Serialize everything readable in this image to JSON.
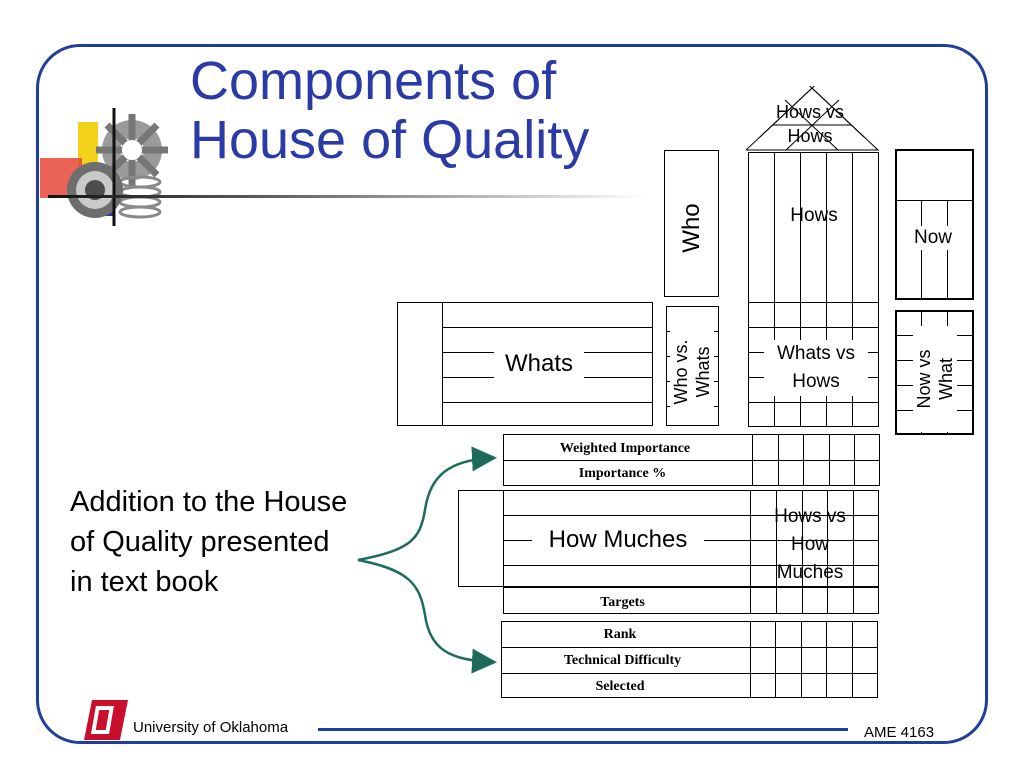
{
  "slide": {
    "title_line1": "Components of",
    "title_line2": "House of Quality",
    "note": "Addition to the House of Quality presented in text book"
  },
  "hoq": {
    "roof": "Hows vs Hows",
    "who": "Who",
    "hows": "Hows",
    "now": "Now",
    "whats": "Whats",
    "who_vs_whats": "Who vs. Whats",
    "whats_vs_hows": "Whats vs Hows",
    "now_vs_what": "Now vs What",
    "weighted_importance": "Weighted Importance",
    "importance_pct": "Importance %",
    "how_muches": "How Muches",
    "hows_vs_how_muches": "Hows vs How Muches",
    "targets": "Targets",
    "rank": "Rank",
    "technical_difficulty": "Technical Difficulty",
    "selected": "Selected"
  },
  "footer": {
    "university": "University of Oklahoma",
    "course": "AME 4163"
  },
  "colors": {
    "accent": "#2a3aa6",
    "frame": "#1f3f9a",
    "arrow": "#1e6b5e",
    "logo": "#c8102e"
  }
}
